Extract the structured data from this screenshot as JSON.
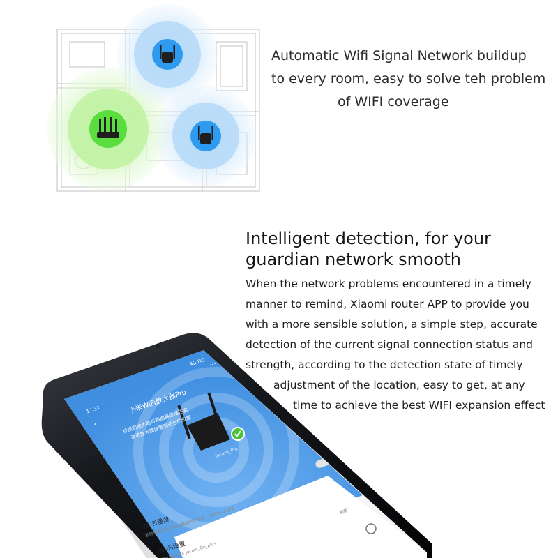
{
  "illustration": {
    "description_colors": {
      "router_signal": "#b8ef9a",
      "router_icon_bg": "#5bdc3f",
      "extender_signal": "#bfe2fb",
      "extender_icon_bg": "#2e9bf0",
      "floorplan_line": "#c9c9c9"
    },
    "icons": [
      "router-icon",
      "wifi-extender-icon",
      "wifi-extender-icon"
    ]
  },
  "caption": {
    "line1": "Automatic Wifi Signal Network buildup",
    "line2": "to every room, easy to solve teh problem",
    "line3": "of WIFI coverage"
  },
  "heading": {
    "line1": "Intelligent detection, for your",
    "line2": "guardian network smooth"
  },
  "paragraph": {
    "line1": "When the network problems encountered in a timely",
    "line2": "manner to remind, Xiaomi router APP to provide you",
    "line3": "with a more sensible solution, a simple step, accurate",
    "line4": "detection of the current signal connection status and",
    "line5": "strength, according to the detection state of timely",
    "line6": "adjustment of the location, easy to get, at any",
    "line7": "time to achieve the best WIFI expansion effect"
  },
  "phone_screen": {
    "status_time": "17:31",
    "status_right": "4G HD",
    "app_title": "小米WiFi放大器Pro",
    "banner_line1": "检测到放大器与路由器连接正常",
    "banner_line2": "请将放大器放置到适合的位置",
    "device_name": "jacard_Pro",
    "row1_title": "Wi-Fi漫游",
    "row1_sub": "名称设置成与主路由器相同的名字，实现Wi-Fi漫游",
    "row2_title": "Wi-Fi设置",
    "row2_sub": "放大器Wi-Fi: jacard_Op_plus",
    "refresh_label": "刷新",
    "colors": {
      "screen_blue": "#3f8ee0",
      "check_green": "#4cc23a"
    }
  }
}
